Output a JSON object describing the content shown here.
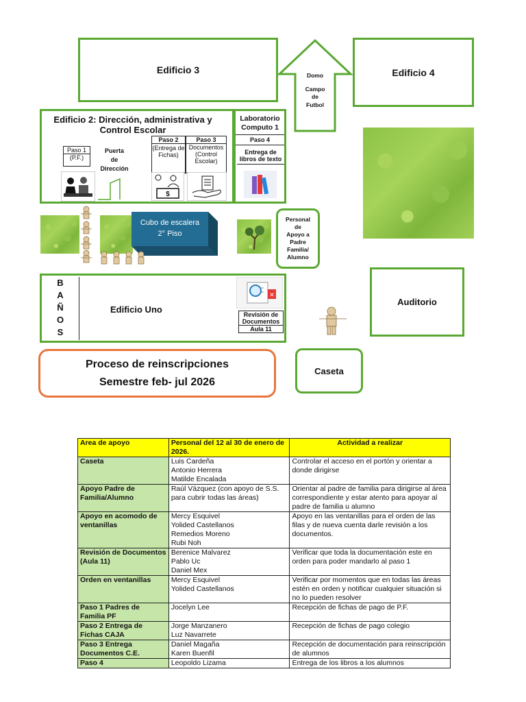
{
  "map": {
    "edificio3": "Edificio 3",
    "edificio4": "Edificio 4",
    "domo": [
      "Domo",
      "Campo",
      "de",
      "Futbol"
    ],
    "edificio2_title": "Edificio 2: Dirección, administrativa y Control Escolar",
    "paso1": [
      "Paso 1",
      "(P.F.)"
    ],
    "puerta": [
      "Puerta",
      "de",
      "Dirección"
    ],
    "paso2": [
      "Paso 2",
      "(Entrega de Fichas)"
    ],
    "paso3": [
      "Paso 3",
      "Documentos (Control Escolar)"
    ],
    "lab": [
      "Laboratorio",
      "Computo 1"
    ],
    "paso4": "Paso 4",
    "entrega_libros": "Entrega de libros de texto",
    "cubo": [
      "Cubo de escalera",
      "2° Piso"
    ],
    "personal_apoyo": [
      "Personal",
      "de",
      "Apoyo a",
      "Padre",
      "Familia/",
      "Alumno"
    ],
    "banos": [
      "B",
      "A",
      "Ñ",
      "O",
      "S"
    ],
    "edificio_uno": "Edificio Uno",
    "revision": [
      "Revisión de Documentos",
      "Aula 11"
    ],
    "auditorio": "Auditorio",
    "caseta": "Caseta",
    "proceso_title": [
      "Proceso de reinscripciones",
      "Semestre feb- jul 2026"
    ]
  },
  "colors": {
    "green_border": "#5aa832",
    "orange_border": "#e8743b",
    "stair_blue": "#1f5f80",
    "header_yellow": "#ffff00",
    "area_green": "#c6e5a8"
  },
  "table": {
    "headers": [
      "Area de apoyo",
      "Personal del 12 al 30 de enero de 2026.",
      "Actividad a realizar"
    ],
    "rows": [
      {
        "area": "Caseta",
        "personal": [
          "Luis Cardeña",
          "Antonio Herrera",
          "Matilde Encalada"
        ],
        "actividad": "Controlar el acceso en el portón y orientar a donde dirigirse"
      },
      {
        "area": "Apoyo Padre de Familia/Alumno",
        "personal": [
          "Raúl Vázquez (con apoyo de S.S. para cubrir todas las áreas)"
        ],
        "actividad": "Orientar al padre de familia para dirigirse al área correspondiente y estar atento para apoyar al padre de familia u alumno"
      },
      {
        "area": "Apoyo en acomodo de ventanillas",
        "personal": [
          "Mercy Esquivel",
          "Yolided Castellanos",
          "Remedios Moreno",
          "Rubi Noh"
        ],
        "actividad": "Apoyo en las ventanillas para el orden de las filas y de nueva cuenta darle revisión a los documentos."
      },
      {
        "area": "Revisión de Documentos (Aula 11)",
        "personal": [
          "Berenice Malvarez",
          "Pablo Uc",
          "Daniel Mex"
        ],
        "actividad": "Verificar que toda la documentación este en orden para poder mandarlo al paso 1"
      },
      {
        "area": "Orden en ventanillas",
        "personal": [
          "Mercy Esquivel",
          "Yolided Castellanos"
        ],
        "actividad": "Verificar por momentos que en todas las áreas estén en orden y notificar cualquier situación si no lo pueden resolver"
      },
      {
        "area": "Paso 1 Padres de Familia PF",
        "personal": [
          "Jocelyn Lee"
        ],
        "actividad": "Recepción de fichas de pago de P.F."
      },
      {
        "area": "Paso 2 Entrega de Fichas CAJA",
        "personal": [
          "Jorge Manzanero",
          "Luz Navarrete"
        ],
        "actividad": "Recepción de fichas de pago colegio"
      },
      {
        "area": "Paso 3 Entrega Documentos C.E.",
        "personal": [
          "Daniel Magaña",
          "Karen Buenfil"
        ],
        "actividad": "Recepción de documentación para reinscripción de alumnos"
      },
      {
        "area": "Paso 4",
        "personal": [
          "Leopoldo Lizama"
        ],
        "actividad": "Entrega de los libros a los alumnos"
      }
    ]
  }
}
